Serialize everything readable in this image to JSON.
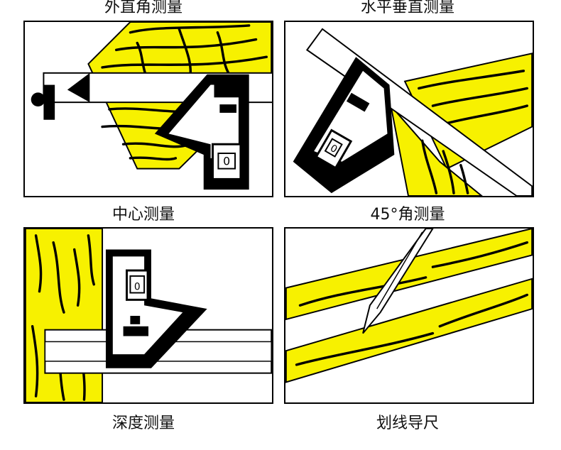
{
  "panels": [
    {
      "caption": "外直角测量",
      "dial_digit": "0"
    },
    {
      "caption": "水平垂直测量",
      "dial_digit": "0"
    },
    {
      "caption": "中心测量",
      "dial_digit": ""
    },
    {
      "caption": "45°角测量",
      "dial_digit": ""
    },
    {
      "caption": "深度测量",
      "dial_digit": "0"
    },
    {
      "caption": "划线导尺",
      "dial_digit": ""
    }
  ],
  "colors": {
    "wood": "#f7f100",
    "ink": "#000000",
    "metal": "#ffffff"
  }
}
